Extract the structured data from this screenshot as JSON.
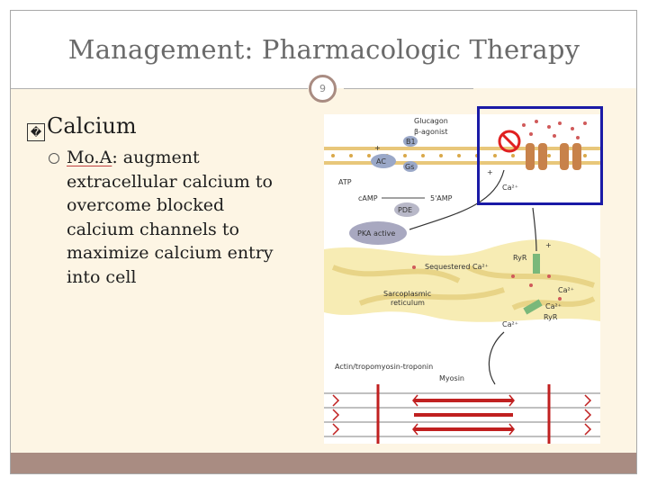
{
  "slide": {
    "title": "Management: Pharmacologic Therapy",
    "page_number": "9",
    "bullet_glyph": "�",
    "bullet_level1": "Calcium",
    "bullet_level2_prefix": "Mo.A",
    "bullet_level2_text": ": augment extracellular calcium to overcome blocked calcium channels to maximize calcium entry into cell"
  },
  "figure": {
    "labels": {
      "glucagon": "Glucagon",
      "beta_agonist": "β-agonist",
      "ac": "AC",
      "b1": "B1",
      "gs": "Gs",
      "atp": "ATP",
      "camp": "cAMP",
      "five_amp": "5'AMP",
      "pde": "PDE",
      "pka": "PKA active",
      "ca_top": "Ca²⁺",
      "ryr_top": "RyR",
      "sequestered": "Sequestered Ca²⁺",
      "ca_mid": "Ca²⁺",
      "sr_line1": "Sarcoplasmic",
      "sr_line2": "reticulum",
      "ca_low": "Ca²⁺",
      "ryr_low": "RyR",
      "ca_bottom": "Ca²⁺",
      "actin": "Actin/tropomyosin-troponin",
      "myosin": "Myosin",
      "plus": "+"
    }
  }
}
